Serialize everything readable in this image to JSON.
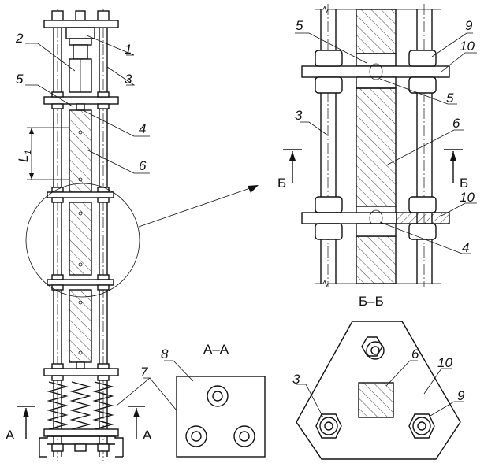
{
  "labels": {
    "n1": "1",
    "n2": "2",
    "n3": "3",
    "n4": "4",
    "n5": "5",
    "n6": "6",
    "n7": "7",
    "n8": "8",
    "r3": "3",
    "r4": "4",
    "r5a": "5",
    "r5b": "5",
    "r6": "6",
    "r9": "9",
    "r10a": "10",
    "r10b": "10",
    "b3": "3",
    "b6": "6",
    "b9": "9",
    "b10": "10"
  },
  "dimension": {
    "base": "L",
    "sub": "1"
  },
  "sections": {
    "aa_title": "А–А",
    "bb_title": "Б–Б",
    "a_left": "А",
    "a_right": "А",
    "b_left": "Б",
    "b_right": "Б"
  }
}
